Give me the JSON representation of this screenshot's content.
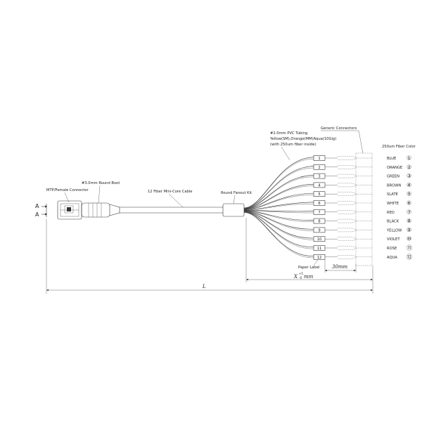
{
  "section_marks": {
    "top": "A",
    "bottom": "A"
  },
  "labels": {
    "mtp_connector": "MTP/Female Connector",
    "round_boot": "#3.0mm Round Boot",
    "cable": "12 Fiber Mini-Core Cable",
    "fanout_kit": "Round Fanout Kit",
    "pvc_tubing_line1": "#2.0mm PVC Tubing",
    "pvc_tubing_line2": "Yellow(SM),Orange(MM)Aqua(10Gig)",
    "pvc_tubing_line3": "(with 250um fiber inside)",
    "generic_connectors": "Generic Connectors",
    "fiber_color_header": "250um Fiber Color",
    "paper_label": "Paper Label"
  },
  "dimensions": {
    "overall_length": "L",
    "breakout_length": "X",
    "breakout_tol_plus": "+5",
    "breakout_tol_minus": "-0",
    "breakout_unit": "mm",
    "label_offset": "30mm"
  },
  "fibers": [
    {
      "num": "1",
      "color": "BLUE",
      "circled": "①"
    },
    {
      "num": "2",
      "color": "ORANGE",
      "circled": "②"
    },
    {
      "num": "3",
      "color": "GREEN",
      "circled": "③"
    },
    {
      "num": "4",
      "color": "BROWN",
      "circled": "④"
    },
    {
      "num": "5",
      "color": "SLATE",
      "circled": "⑤"
    },
    {
      "num": "6",
      "color": "WHITE",
      "circled": "⑥"
    },
    {
      "num": "7",
      "color": "RED",
      "circled": "⑦"
    },
    {
      "num": "8",
      "color": "BLACK",
      "circled": "⑧"
    },
    {
      "num": "9",
      "color": "YELLOW",
      "circled": "⑨"
    },
    {
      "num": "10",
      "color": "VIOLET",
      "circled": "⑩"
    },
    {
      "num": "11",
      "color": "ROSE",
      "circled": "⑪"
    },
    {
      "num": "12",
      "color": "AQUA",
      "circled": "⑫"
    }
  ]
}
